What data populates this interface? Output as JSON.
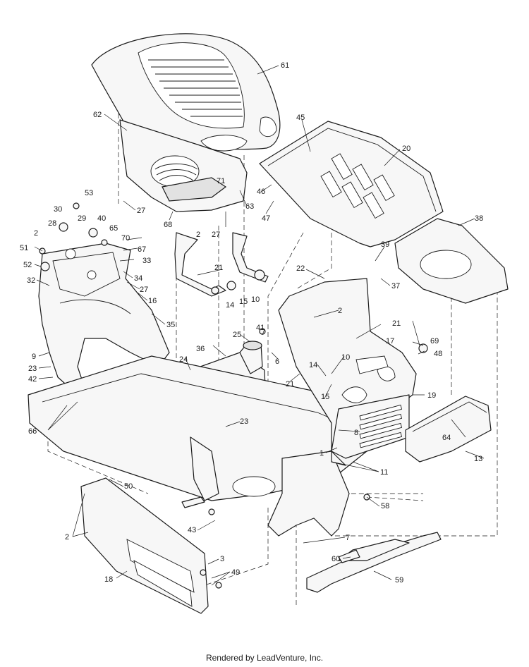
{
  "callouts": [
    "61",
    "62",
    "45",
    "20",
    "71",
    "46",
    "47",
    "63",
    "27",
    "68",
    "2",
    "27",
    "53",
    "30",
    "29",
    "40",
    "28",
    "65",
    "70",
    "2",
    "67",
    "51",
    "52",
    "33",
    "32",
    "34",
    "27",
    "16",
    "21",
    "22",
    "38",
    "39",
    "37",
    "14",
    "15",
    "10",
    "41",
    "25",
    "2",
    "21",
    "17",
    "69",
    "48",
    "9",
    "35",
    "36",
    "24",
    "23",
    "42",
    "6",
    "14",
    "10",
    "21",
    "15",
    "19",
    "66",
    "23",
    "8",
    "64",
    "1",
    "11",
    "13",
    "50",
    "58",
    "2",
    "43",
    "7",
    "60",
    "59",
    "3",
    "49",
    "18"
  ],
  "footer": "Rendered by LeadVenture, Inc."
}
